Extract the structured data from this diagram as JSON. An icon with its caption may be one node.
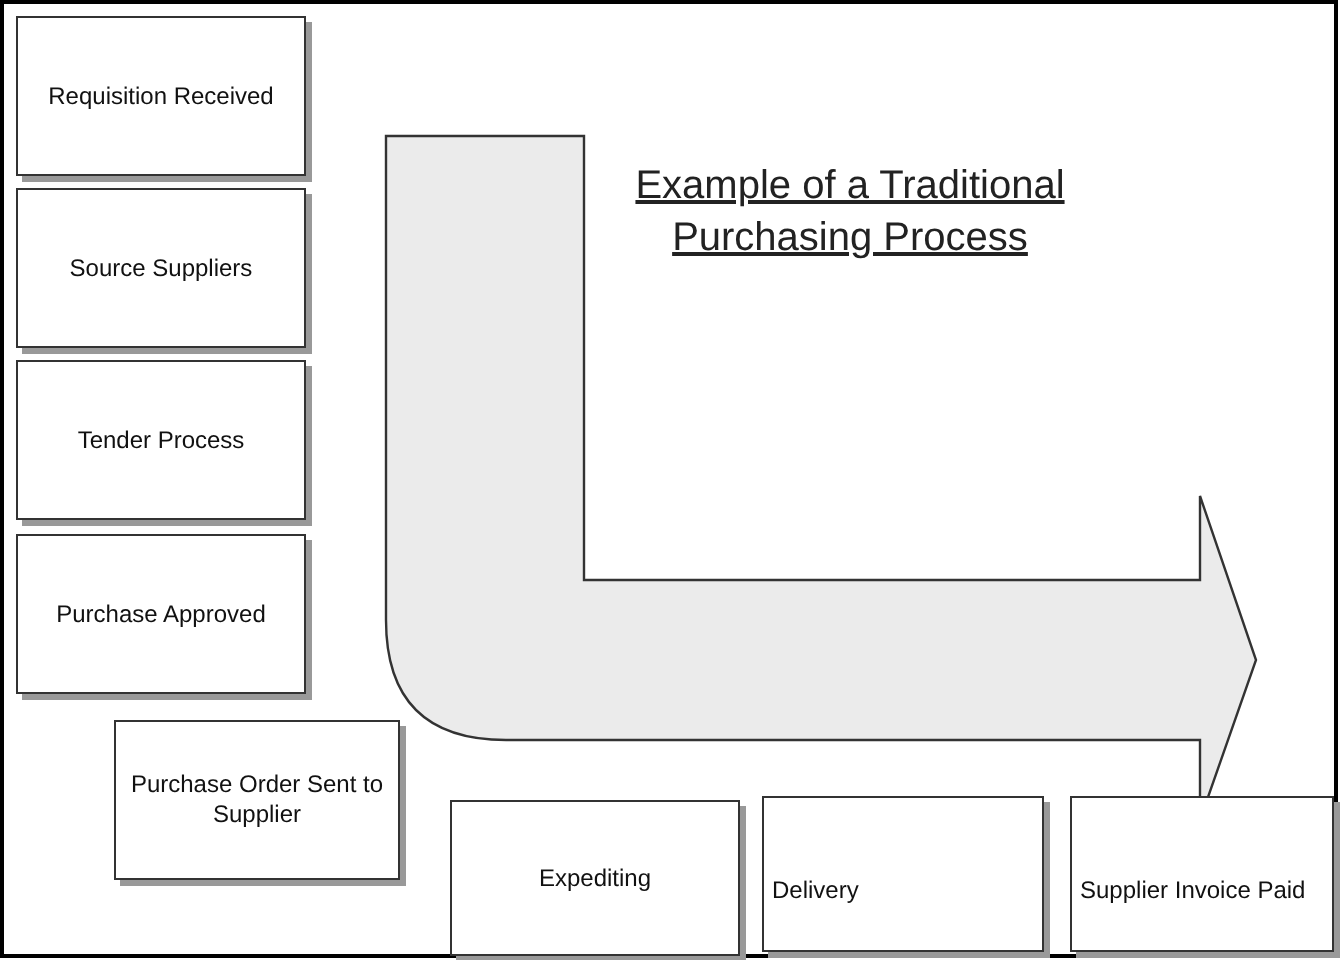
{
  "diagram": {
    "title": "Example of a Traditional Purchasing Process",
    "nodes": [
      {
        "text": [
          "Requisition Received"
        ]
      },
      {
        "text": [
          "Source Suppliers"
        ]
      },
      {
        "text": [
          "Tender Process"
        ]
      },
      {
        "text": [
          "Purchase Approved"
        ]
      },
      {
        "text": [
          "Purchase Order Sent to Supplier"
        ]
      },
      {
        "text": [
          "Expediting"
        ]
      },
      {
        "text": [
          "Delivery"
        ]
      },
      {
        "text": [
          "Supplier Invoice Paid"
        ]
      }
    ],
    "edges": []
  }
}
